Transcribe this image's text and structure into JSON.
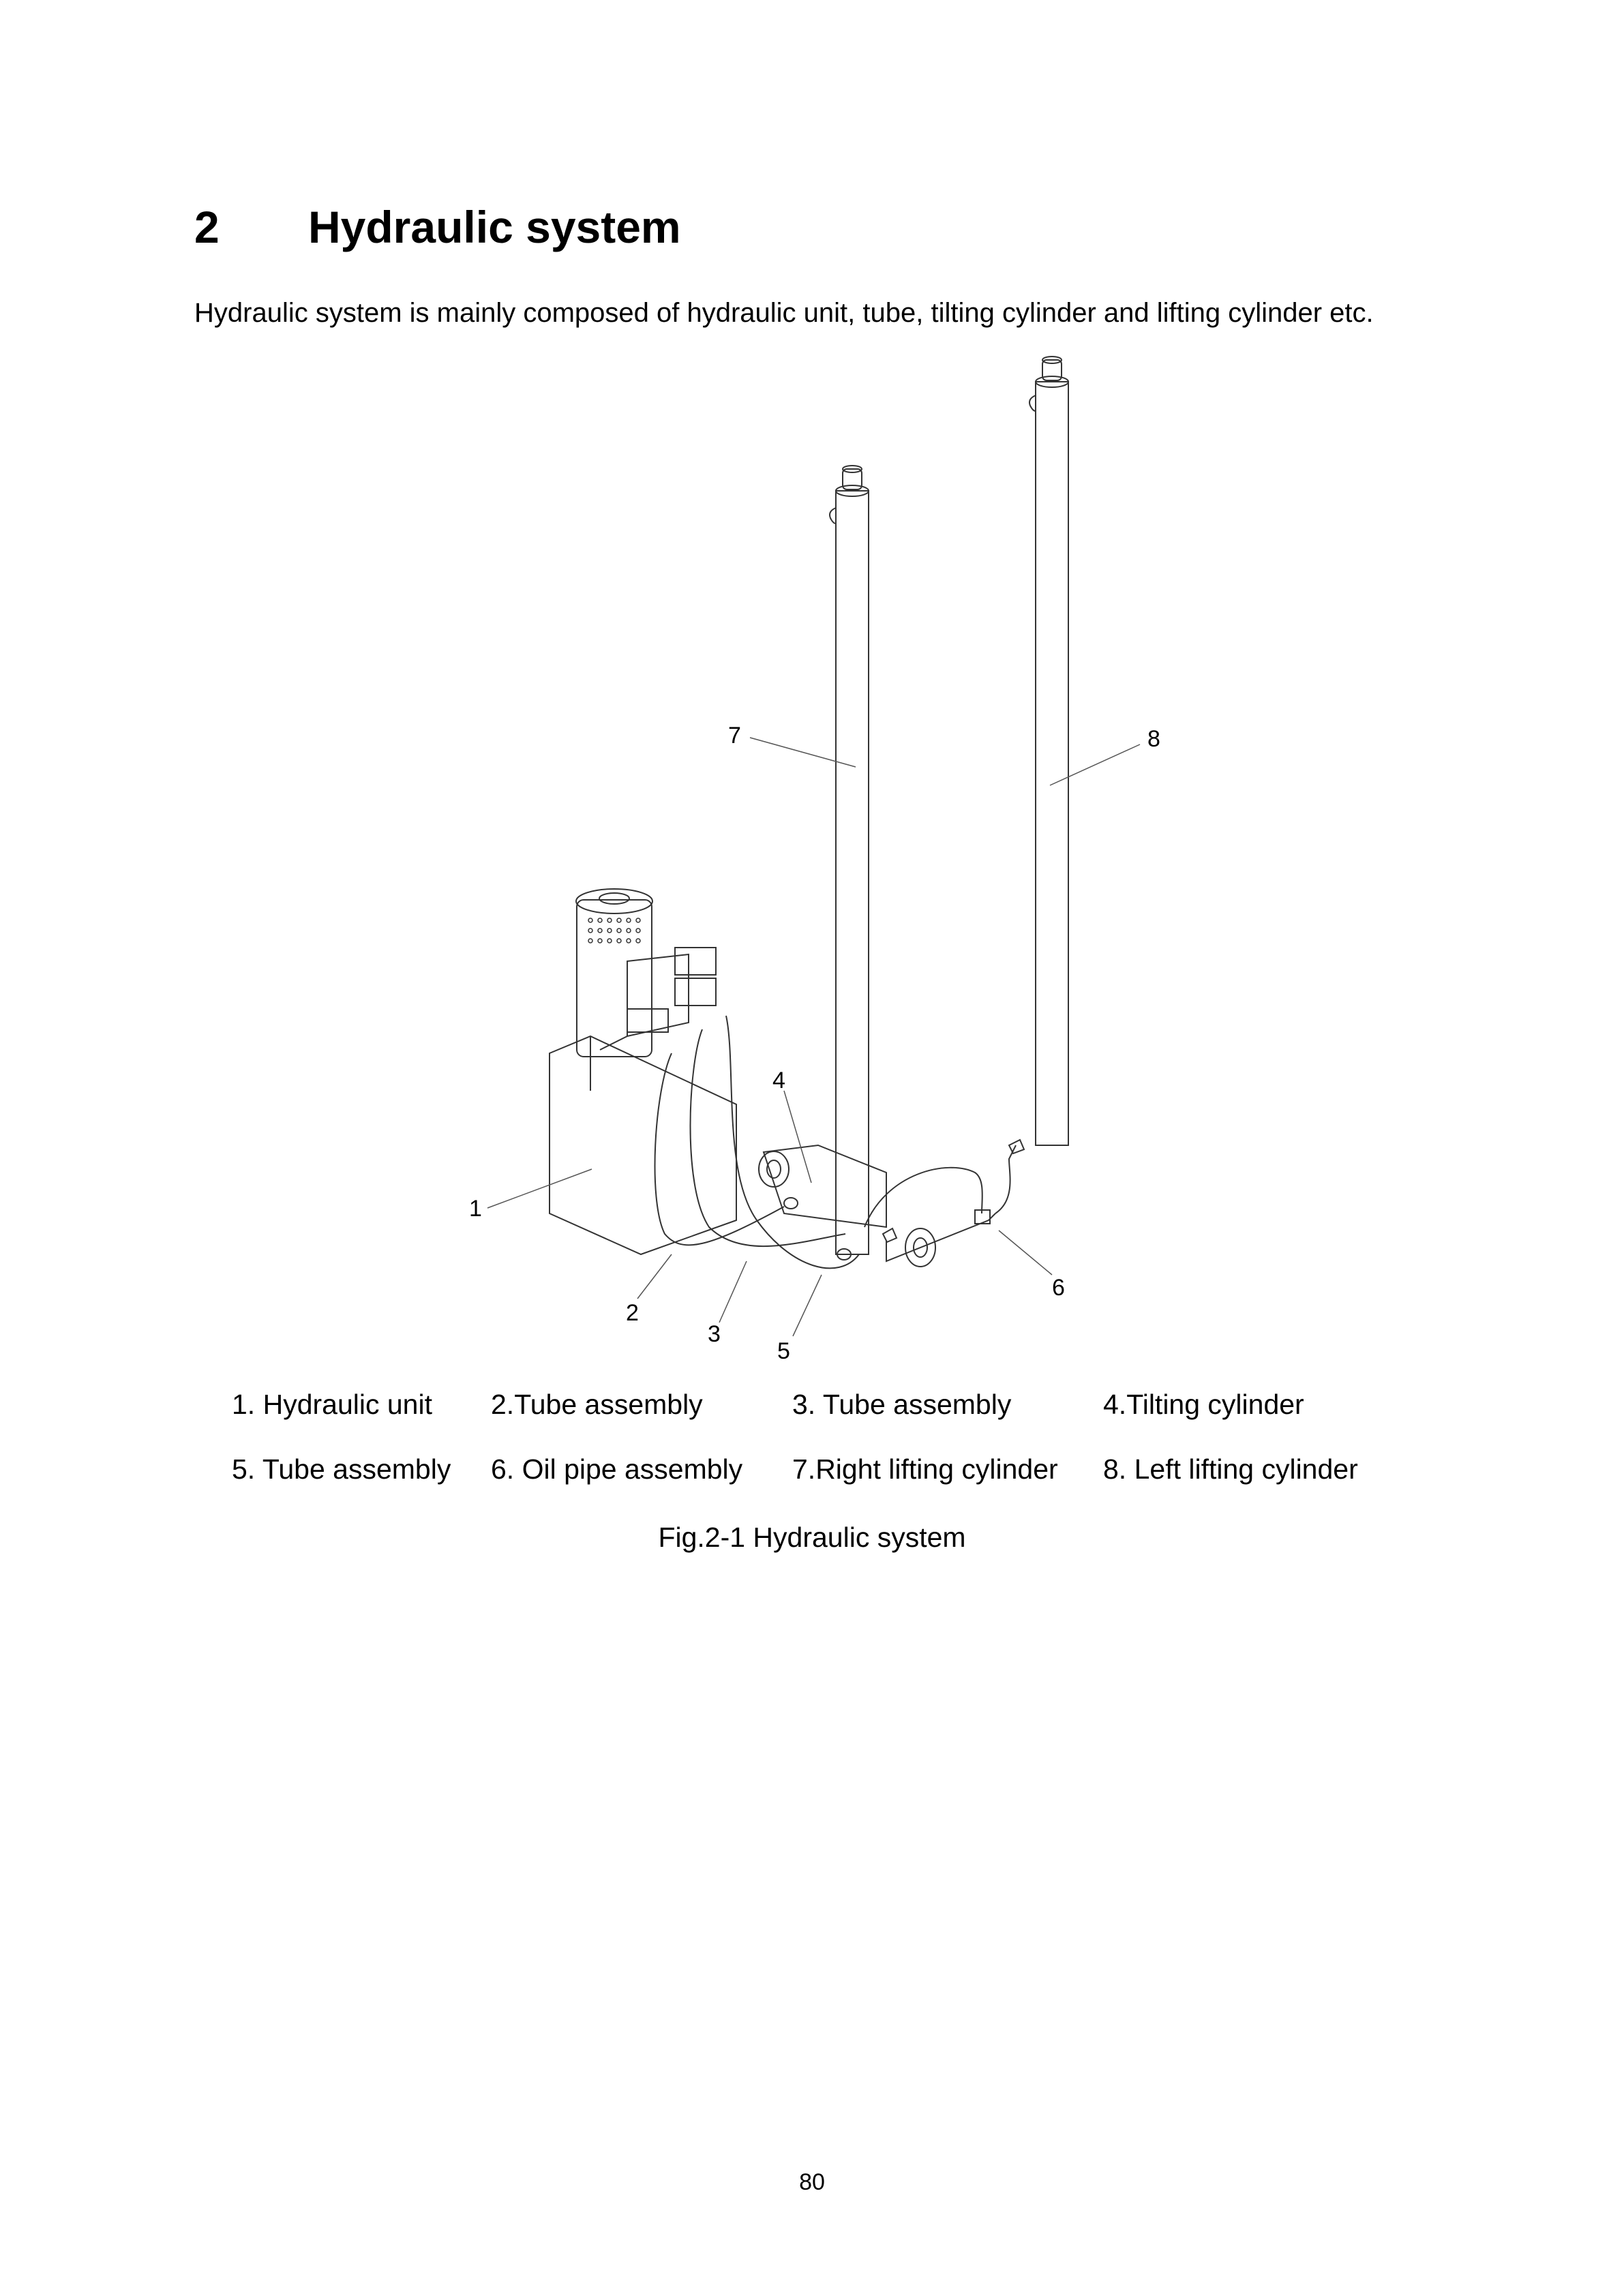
{
  "section": {
    "number": "2",
    "title": "Hydraulic system"
  },
  "intro_text": "Hydraulic system is mainly composed of hydraulic unit, tube, tilting cylinder and lifting cylinder etc.",
  "figure": {
    "callouts": [
      "1",
      "2",
      "3",
      "4",
      "5",
      "6",
      "7",
      "8"
    ],
    "legend": [
      "1. Hydraulic unit",
      "2.Tube assembly",
      "3. Tube assembly",
      "4.Tilting cylinder",
      "5. Tube assembly",
      "6. Oil pipe assembly",
      "7.Right lifting cylinder",
      "8. Left lifting cylinder"
    ],
    "caption": "Fig.2-1 Hydraulic system"
  },
  "page_number": "80"
}
